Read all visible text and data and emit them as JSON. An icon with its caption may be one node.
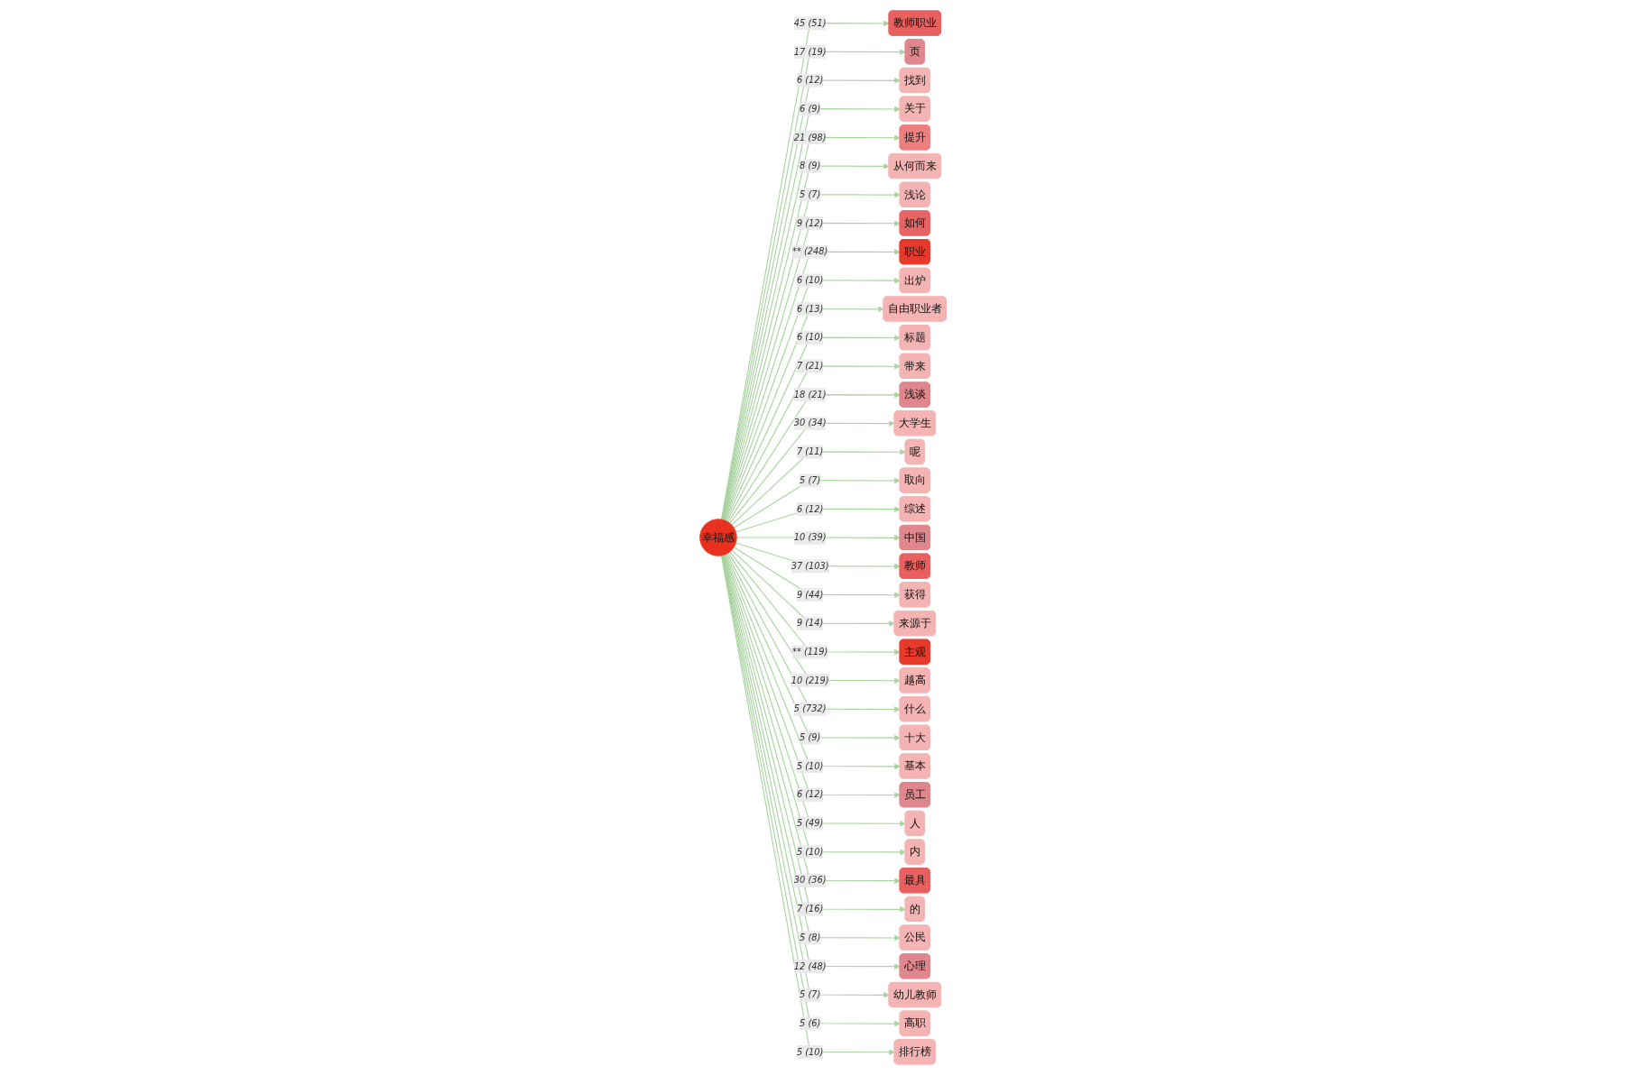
{
  "diagram": {
    "nodes": [
      {
        "text": [
          "幸福感"
        ]
      },
      {
        "text": [
          "教师职业"
        ]
      },
      {
        "text": [
          "页"
        ]
      },
      {
        "text": [
          "找到"
        ]
      },
      {
        "text": [
          "关于"
        ]
      },
      {
        "text": [
          "提升"
        ]
      },
      {
        "text": [
          "从何而来"
        ]
      },
      {
        "text": [
          "浅论"
        ]
      },
      {
        "text": [
          "如何"
        ]
      },
      {
        "text": [
          "职业"
        ]
      },
      {
        "text": [
          "出炉"
        ]
      },
      {
        "text": [
          "自由职业者"
        ]
      },
      {
        "text": [
          "标题"
        ]
      },
      {
        "text": [
          "带来"
        ]
      },
      {
        "text": [
          "浅谈"
        ]
      },
      {
        "text": [
          "大学生"
        ]
      },
      {
        "text": [
          "呢"
        ]
      },
      {
        "text": [
          "取向"
        ]
      },
      {
        "text": [
          "综述"
        ]
      },
      {
        "text": [
          "中国"
        ]
      },
      {
        "text": [
          "教师"
        ]
      },
      {
        "text": [
          "获得"
        ]
      },
      {
        "text": [
          "来源于"
        ]
      },
      {
        "text": [
          "主观"
        ]
      },
      {
        "text": [
          "越高"
        ]
      },
      {
        "text": [
          "什么"
        ]
      },
      {
        "text": [
          "十大"
        ]
      },
      {
        "text": [
          "基本"
        ]
      },
      {
        "text": [
          "员工"
        ]
      },
      {
        "text": [
          "人"
        ]
      },
      {
        "text": [
          "内"
        ]
      },
      {
        "text": [
          "最具"
        ]
      },
      {
        "text": [
          "的"
        ]
      },
      {
        "text": [
          "公民"
        ]
      },
      {
        "text": [
          "心理"
        ]
      },
      {
        "text": [
          "幼儿教师"
        ]
      },
      {
        "text": [
          "高职"
        ]
      },
      {
        "text": [
          "排行榜"
        ]
      }
    ],
    "edges": [
      {
        "from": 0,
        "to": 1,
        "arrow": "to",
        "label": "45 (51)"
      },
      {
        "from": 0,
        "to": 2,
        "arrow": "to",
        "label": "17 (19)"
      },
      {
        "from": 0,
        "to": 3,
        "arrow": "to",
        "label": "6 (12)"
      },
      {
        "from": 0,
        "to": 4,
        "arrow": "to",
        "label": "6 (9)"
      },
      {
        "from": 0,
        "to": 5,
        "arrow": "to",
        "label": "21 (98)"
      },
      {
        "from": 0,
        "to": 6,
        "arrow": "to",
        "label": "8 (9)"
      },
      {
        "from": 0,
        "to": 7,
        "arrow": "to",
        "label": "5 (7)"
      },
      {
        "from": 0,
        "to": 8,
        "arrow": "to",
        "label": "9 (12)"
      },
      {
        "from": 0,
        "to": 9,
        "arrow": "to",
        "label": "** (248)"
      },
      {
        "from": 0,
        "to": 10,
        "arrow": "to",
        "label": "6 (10)"
      },
      {
        "from": 0,
        "to": 11,
        "arrow": "to",
        "label": "6 (13)"
      },
      {
        "from": 0,
        "to": 12,
        "arrow": "to",
        "label": "6 (10)"
      },
      {
        "from": 0,
        "to": 13,
        "arrow": "to",
        "label": "7 (21)"
      },
      {
        "from": 0,
        "to": 14,
        "arrow": "to",
        "label": "18 (21)"
      },
      {
        "from": 0,
        "to": 15,
        "arrow": "to",
        "label": "30 (34)"
      },
      {
        "from": 0,
        "to": 16,
        "arrow": "to",
        "label": "7 (11)"
      },
      {
        "from": 0,
        "to": 17,
        "arrow": "to",
        "label": "5 (7)"
      },
      {
        "from": 0,
        "to": 18,
        "arrow": "to",
        "label": "6 (12)"
      },
      {
        "from": 0,
        "to": 19,
        "arrow": "to",
        "label": "10 (39)"
      },
      {
        "from": 0,
        "to": 20,
        "arrow": "to",
        "label": "37 (103)"
      },
      {
        "from": 0,
        "to": 21,
        "arrow": "to",
        "label": "9 (44)"
      },
      {
        "from": 0,
        "to": 22,
        "arrow": "to",
        "label": "9 (14)"
      },
      {
        "from": 0,
        "to": 23,
        "arrow": "to",
        "label": "** (119)"
      },
      {
        "from": 0,
        "to": 24,
        "arrow": "to",
        "label": "10 (219)"
      },
      {
        "from": 0,
        "to": 25,
        "arrow": "to",
        "label": "5 (732)"
      },
      {
        "from": 0,
        "to": 26,
        "arrow": "to",
        "label": "5 (9)"
      },
      {
        "from": 0,
        "to": 27,
        "arrow": "to",
        "label": "5 (10)"
      },
      {
        "from": 0,
        "to": 28,
        "arrow": "to",
        "label": "6 (12)"
      },
      {
        "from": 0,
        "to": 29,
        "arrow": "to",
        "label": "5 (49)"
      },
      {
        "from": 0,
        "to": 30,
        "arrow": "to",
        "label": "5 (10)"
      },
      {
        "from": 0,
        "to": 31,
        "arrow": "to",
        "label": "30 (36)"
      },
      {
        "from": 0,
        "to": 32,
        "arrow": "to",
        "label": "7 (16)"
      },
      {
        "from": 0,
        "to": 33,
        "arrow": "to",
        "label": "5 (8)"
      },
      {
        "from": 0,
        "to": 34,
        "arrow": "to",
        "label": "12 (48)"
      },
      {
        "from": 0,
        "to": 35,
        "arrow": "to",
        "label": "5 (7)"
      },
      {
        "from": 0,
        "to": 36,
        "arrow": "to",
        "label": "5 (6)"
      },
      {
        "from": 0,
        "to": 37,
        "arrow": "to",
        "label": "5 (10)"
      }
    ]
  }
}
